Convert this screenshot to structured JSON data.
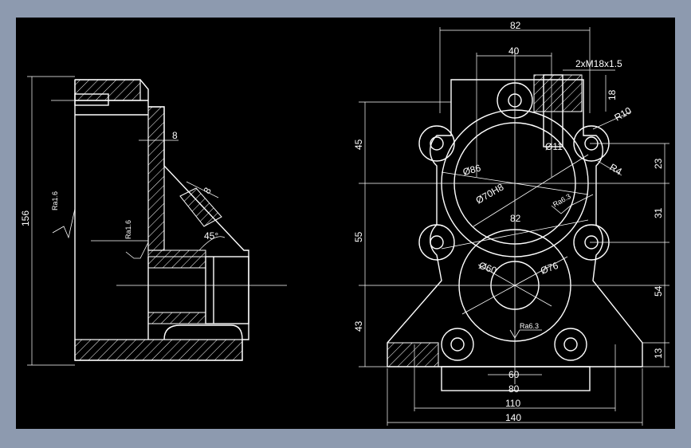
{
  "colors": {
    "frame": "#8d9aaf",
    "background": "#000000",
    "lines": "#ffffff"
  },
  "side_view": {
    "dims": {
      "height": "156",
      "wall": "8",
      "chamfer": "8",
      "angle": "45°"
    },
    "roughness": {
      "left": "Ra1.6",
      "mid": "Ra1.6"
    }
  },
  "front_view": {
    "dims": {
      "top_width": "82",
      "inner_width": "40",
      "thread": "2xM18x1.5",
      "thread_depth": "18",
      "radius_r10": "R10",
      "radius_r4": "R4",
      "hole_d11": "Ø11",
      "bore_d86": "Ø86",
      "bore_d70": "Ø70H8",
      "center_82": "82",
      "bore_d60": "Ø60",
      "bore_d76": "Ø76",
      "h45": "45",
      "h55": "55",
      "h43": "43",
      "r23": "23",
      "r31": "31",
      "r54": "54",
      "r13": "13",
      "w60": "60",
      "w80": "80",
      "w110": "110",
      "w140": "140"
    },
    "roughness": {
      "right": "Ra6.3",
      "bottom": "Ra6.3"
    }
  }
}
